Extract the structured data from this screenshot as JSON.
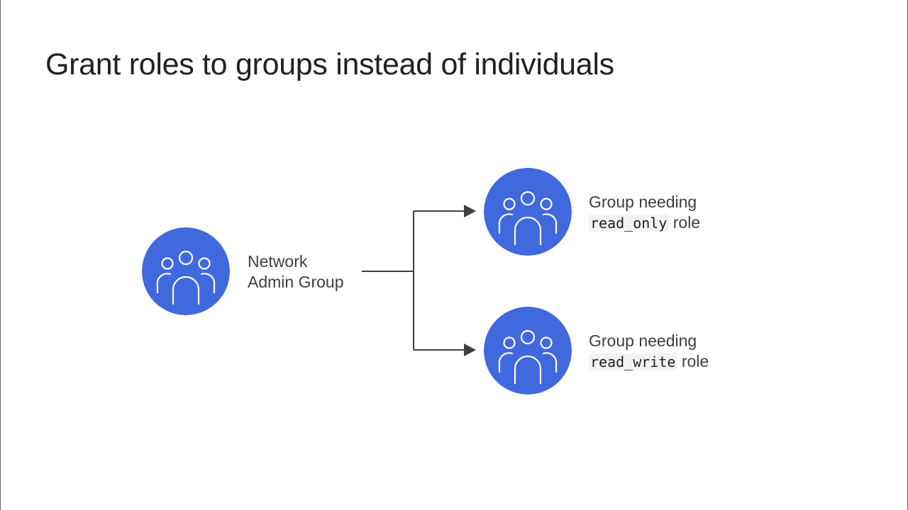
{
  "title": "Grant roles to groups instead of individuals",
  "colors": {
    "node_fill": "#4169de",
    "icon_stroke": "#ffffff",
    "connector": "#3c4043"
  },
  "nodes": {
    "admin": {
      "icon": "people-group-icon",
      "label_line1": "Network",
      "label_line2": "Admin Group"
    },
    "read_only": {
      "icon": "people-group-icon",
      "label_line1": "Group needing",
      "role_code": "read_only",
      "role_suffix": "role"
    },
    "read_write": {
      "icon": "people-group-icon",
      "label_line1": "Group needing",
      "role_code": "read_write",
      "role_suffix": "role"
    }
  }
}
